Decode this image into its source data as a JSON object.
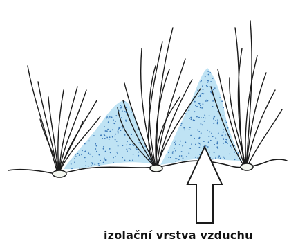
{
  "caption": "izolační vrstva vzduchu",
  "colors": {
    "air_fill": "#bfe3f4",
    "dots": "#3a78b8",
    "ink": "#1a1a1a",
    "follicle_fill": "#f4f7f0"
  },
  "elements": {
    "hair_tufts": 3,
    "air_pockets": 2,
    "arrow_direction": "up"
  }
}
